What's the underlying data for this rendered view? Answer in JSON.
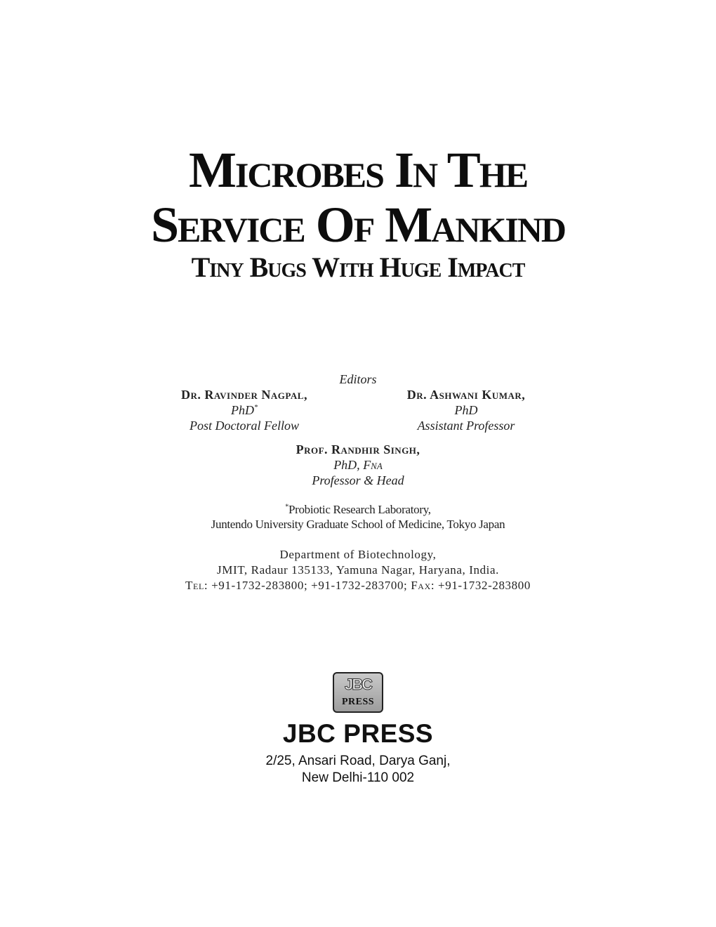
{
  "title": {
    "line1": "Microbes In The",
    "line2": "Service Of Mankind",
    "subtitle": "Tiny Bugs With Huge Impact"
  },
  "editors": {
    "heading": "Editors",
    "left": {
      "name": "Dr. Ravinder Nagpal,",
      "degree": "PhD",
      "degree_mark": "*",
      "position": "Post Doctoral Fellow"
    },
    "right": {
      "name": "Dr. Ashwani Kumar,",
      "degree": "PhD",
      "position": "Assistant Professor"
    },
    "center": {
      "name": "Prof. Randhir Singh,",
      "degree": "PhD,",
      "fellowship": "Fna",
      "position": "Professor & Head"
    }
  },
  "affiliation_note": {
    "mark": "*",
    "line1": "Probiotic Research Laboratory,",
    "line2": "Juntendo University Graduate School of Medicine, Tokyo Japan"
  },
  "department": {
    "line1": "Department of Biotechnology,",
    "line2": "JMIT, Radaur 135133, Yamuna Nagar, Haryana, India.",
    "tel_label": "Tel:",
    "tel_value": "+91-1732-283800; +91-1732-283700;",
    "fax_label": "Fax:",
    "fax_value": "+91-1732-283800"
  },
  "publisher": {
    "logo_mark": "JBC",
    "logo_sub": "PRESS",
    "name": "JBC PRESS",
    "address1": "2/25, Ansari Road, Darya Ganj,",
    "address2": "New Delhi-110 002"
  }
}
